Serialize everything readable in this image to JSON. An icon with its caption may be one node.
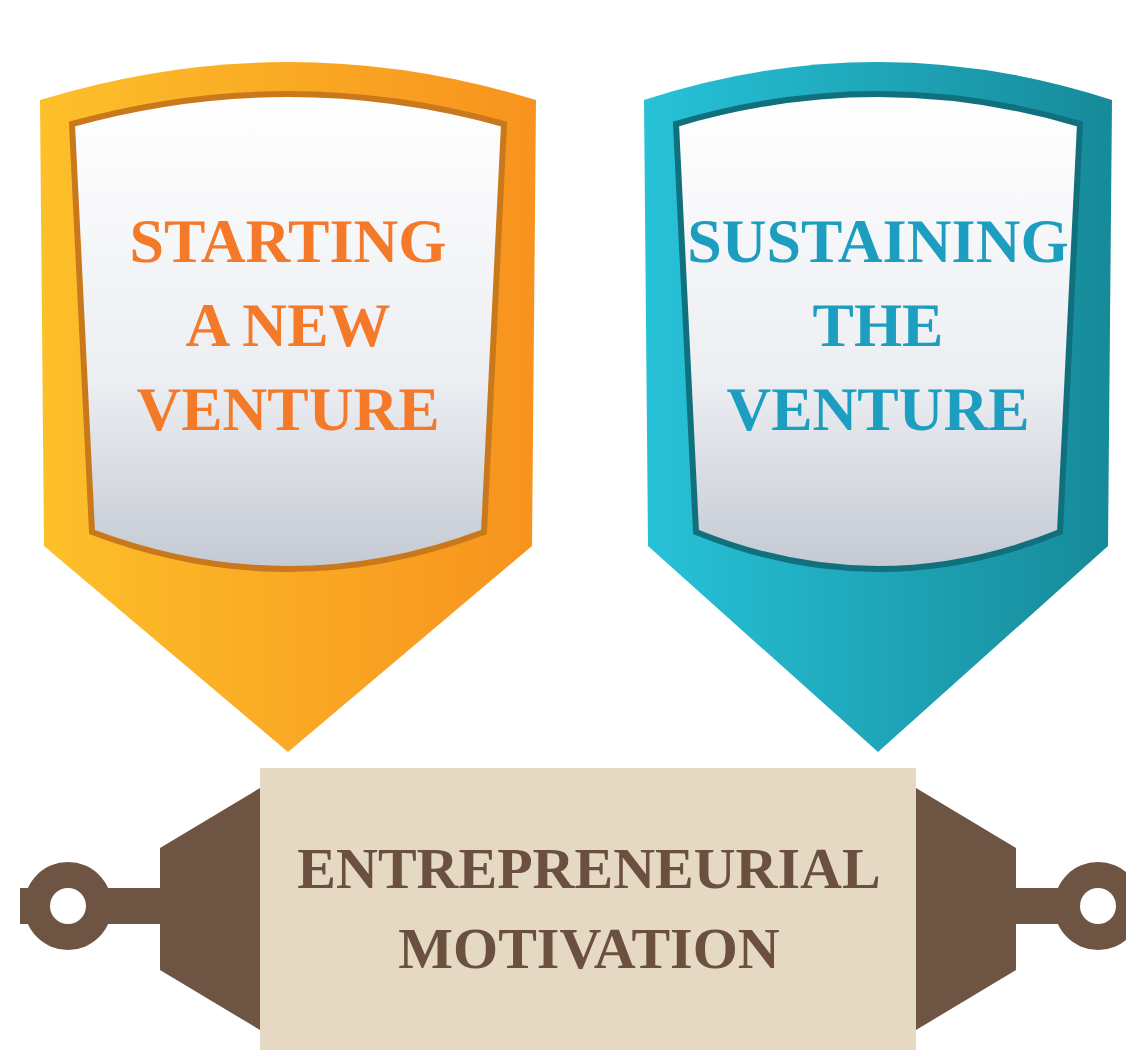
{
  "diagram": {
    "nodes": [
      {
        "text": [
          "STARTING A NEW VENTURE"
        ]
      },
      {
        "text": [
          "SUSTAINING THE VENTURE"
        ]
      },
      {
        "text": [
          "ENTREPRENEURIAL MOTIVATION"
        ]
      }
    ]
  }
}
